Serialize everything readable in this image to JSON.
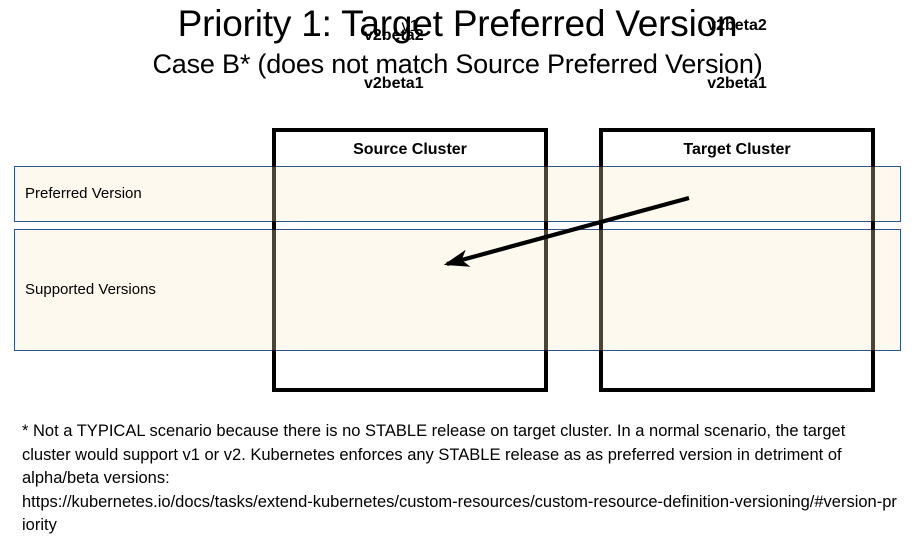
{
  "title": {
    "main": "Priority 1: Target Preferred Version",
    "sub": "Case B* (does not match Source Preferred Version)"
  },
  "table": {
    "columns": [
      {
        "id": "source",
        "header": "Source Cluster"
      },
      {
        "id": "target",
        "header": "Target Cluster"
      }
    ],
    "rows": [
      {
        "id": "preferred",
        "label": "Preferred Version",
        "source_values": [
          "v1"
        ],
        "target_values": [
          "v2beta2"
        ]
      },
      {
        "id": "supported",
        "label": "Supported Versions",
        "source_values": [
          "v2beta2",
          "v2beta1"
        ],
        "target_values": [
          "v2beta1"
        ]
      }
    ]
  },
  "annotation": {
    "arrow_label": "match-arrow",
    "from": "target-preferred-v2beta2",
    "to": "source-supported-v2beta2"
  },
  "footnote": {
    "body": "* Not a TYPICAL scenario because there is no STABLE release on target cluster. In a normal scenario, the target cluster would support v1 or v2. Kubernetes enforces any STABLE release as as preferred version in detriment of alpha/beta versions:",
    "url": "https://kubernetes.io/docs/tasks/extend-kubernetes/custom-resources/custom-resource-definition-versioning/#version-priority"
  },
  "colors": {
    "row_fill": "#FDF9EE",
    "row_border": "#2E5588",
    "box_border": "#000000",
    "divider": "#4A4437",
    "text": "#000000"
  }
}
